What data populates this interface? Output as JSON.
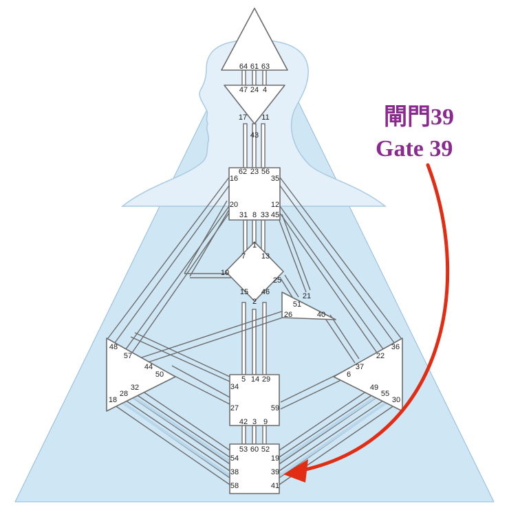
{
  "colors": {
    "background": "#ffffff",
    "triangle_fill": "#cfe6f5",
    "triangle_edge": "#8fbbd9",
    "silhouette_fill": "#e3f0fa",
    "silhouette_edge": "#a9c9e0",
    "chart_fill": "#ffffff",
    "chart_stroke": "#6b6b6b",
    "channel_stroke": "#6b6b6b",
    "label_text": "#8a2a8f",
    "arrow": "#e02d14"
  },
  "annotation": {
    "chinese": "閘門39",
    "english": "Gate 39"
  },
  "gates": {
    "g64": "64",
    "g61": "61",
    "g63": "63",
    "g47": "47",
    "g24": "24",
    "g4": "4",
    "g17": "17",
    "g11": "11",
    "g43": "43",
    "g62": "62",
    "g23": "23",
    "g56": "56",
    "g16": "16",
    "g35": "35",
    "g20": "20",
    "g12": "12",
    "g31": "31",
    "g8": "8",
    "g33": "33",
    "g45": "45",
    "g1": "1",
    "g7": "7",
    "g13": "13",
    "g10": "10",
    "g25": "25",
    "g15": "15",
    "g46": "46",
    "g2": "2",
    "g21": "21",
    "g51": "51",
    "g26": "26",
    "g40": "40",
    "g48": "48",
    "g57": "57",
    "g44": "44",
    "g50": "50",
    "g36": "36",
    "g22": "22",
    "g37": "37",
    "g6": "6",
    "g5": "5",
    "g14": "14",
    "g29": "29",
    "g34": "34",
    "g27": "27",
    "g59": "59",
    "g42": "42",
    "g3": "3",
    "g9": "9",
    "g53": "53",
    "g60": "60",
    "g52": "52",
    "g54": "54",
    "g19": "19",
    "g38": "38",
    "g39": "39",
    "g58": "58",
    "g41": "41",
    "g18": "18",
    "g28": "28",
    "g32": "32",
    "g49": "49",
    "g55": "55",
    "g30": "30"
  }
}
